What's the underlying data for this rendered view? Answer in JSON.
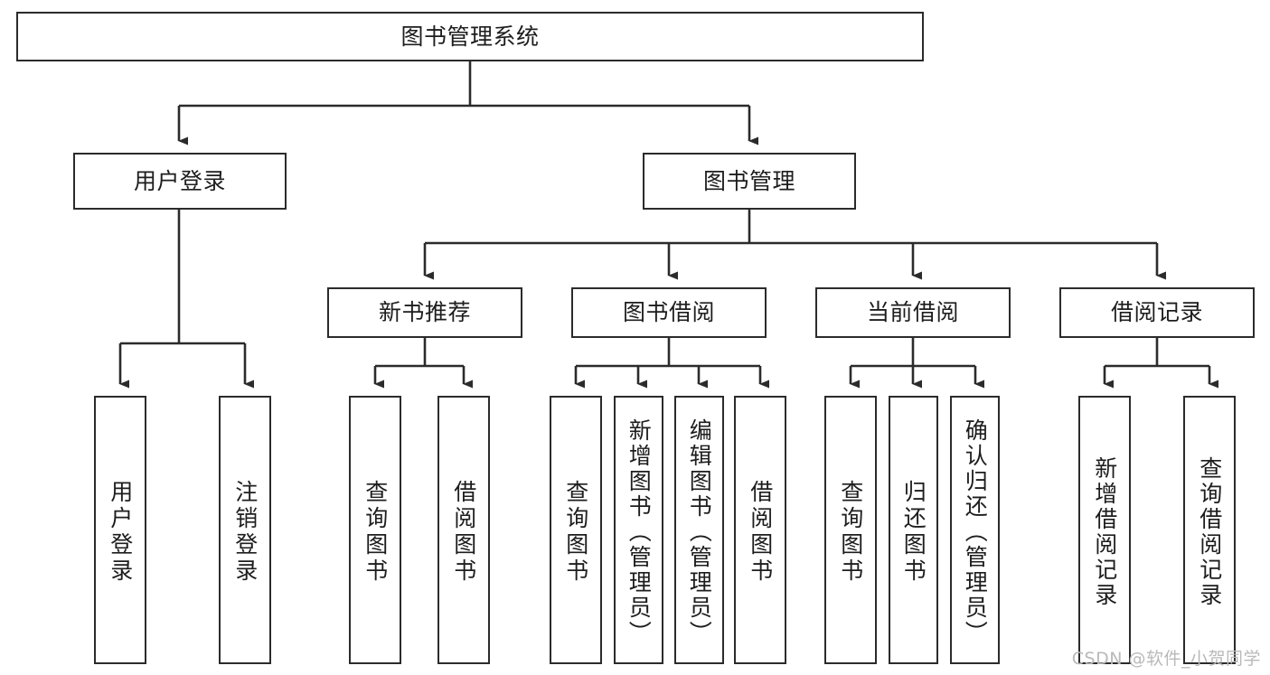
{
  "diagram": {
    "title": "图书管理系统",
    "type": "tree-hierarchy-chart",
    "colors": {
      "box_border": "#2b2b2b",
      "box_fill": "#ffffff",
      "edge": "#2b2b2b",
      "text": "#1d1d1d",
      "watermark": "#b9b9b9",
      "background": "#ffffff"
    },
    "root": {
      "label": "图书管理系统"
    },
    "level1": [
      {
        "label": "用户登录"
      },
      {
        "label": "图书管理"
      }
    ],
    "level2": [
      {
        "label": "新书推荐"
      },
      {
        "label": "图书借阅"
      },
      {
        "label": "当前借阅"
      },
      {
        "label": "借阅记录"
      }
    ],
    "leaves": [
      {
        "label": "用户登录",
        "parent": "用户登录"
      },
      {
        "label": "注销登录",
        "parent": "用户登录"
      },
      {
        "label": "查询图书",
        "parent": "新书推荐"
      },
      {
        "label": "借阅图书",
        "parent": "新书推荐"
      },
      {
        "label": "查询图书",
        "parent": "图书借阅"
      },
      {
        "label": "新增图书（管理员）",
        "parent": "图书借阅"
      },
      {
        "label": "编辑图书（管理员）",
        "parent": "图书借阅"
      },
      {
        "label": "借阅图书",
        "parent": "图书借阅"
      },
      {
        "label": "查询图书",
        "parent": "当前借阅"
      },
      {
        "label": "归还图书",
        "parent": "当前借阅"
      },
      {
        "label": "确认归还（管理员）",
        "parent": "当前借阅"
      },
      {
        "label": "新增借阅记录",
        "parent": "借阅记录"
      },
      {
        "label": "查询借阅记录",
        "parent": "借阅记录"
      }
    ],
    "watermark": "CSDN @软件_小贺同学"
  }
}
